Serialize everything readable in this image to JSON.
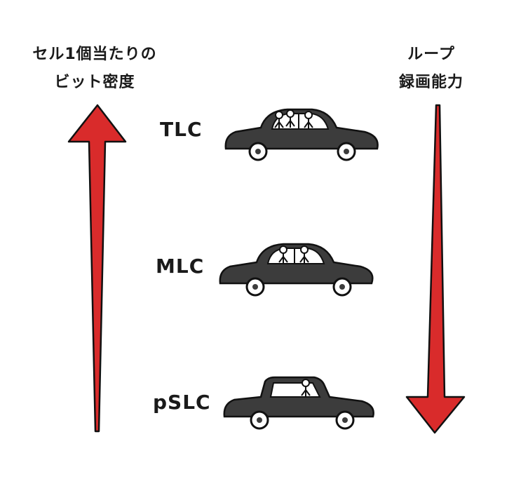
{
  "left_axis": {
    "label_line1": "セル1個当たりの",
    "label_line2": "ビット密度",
    "direction": "up",
    "color": "#d92b2b"
  },
  "right_axis": {
    "label_line1": "ループ",
    "label_line2": "録画能力",
    "direction": "down",
    "color": "#d92b2b"
  },
  "tiers": [
    {
      "label": "TLC",
      "passengers": 3,
      "car_style": "sedan"
    },
    {
      "label": "MLC",
      "passengers": 2,
      "car_style": "sedan"
    },
    {
      "label": "pSLC",
      "passengers": 1,
      "car_style": "coupe"
    }
  ],
  "colors": {
    "car_body": "#3c3c3c",
    "outline": "#111111",
    "window": "#ffffff"
  }
}
